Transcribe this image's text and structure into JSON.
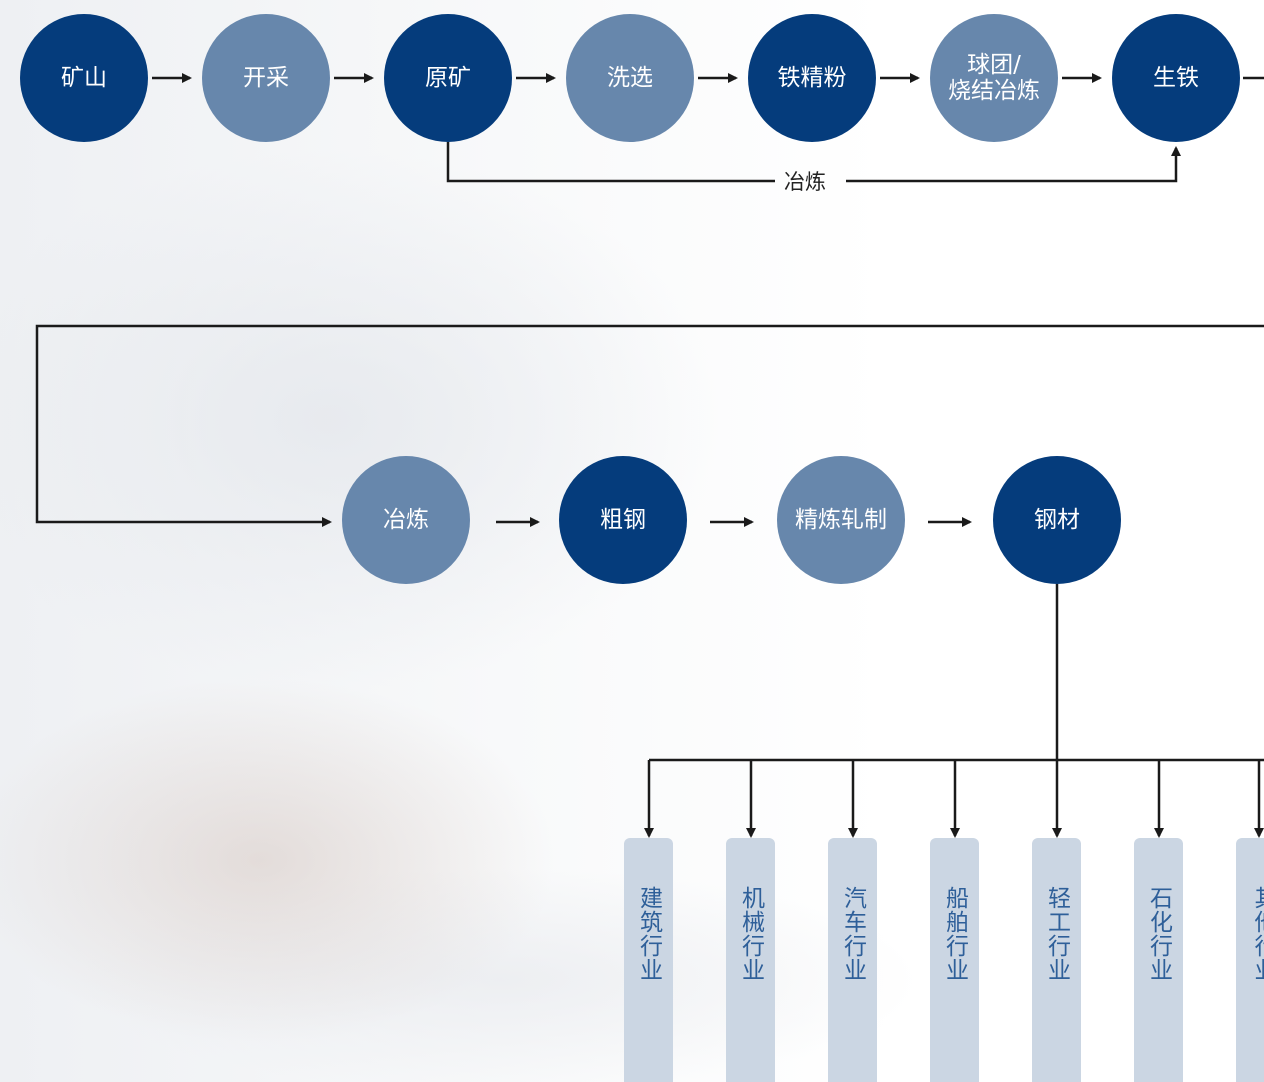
{
  "row1": [
    {
      "label": "矿山",
      "style": "dark"
    },
    {
      "label": "开采",
      "style": "light"
    },
    {
      "label": "原矿",
      "style": "dark"
    },
    {
      "label": "洗选",
      "style": "light"
    },
    {
      "label": "铁精粉",
      "style": "dark"
    },
    {
      "label": "球团/\n烧结冶炼",
      "style": "light"
    },
    {
      "label": "生铁",
      "style": "dark"
    }
  ],
  "bypass_label": "冶炼",
  "row2": [
    {
      "label": "冶炼",
      "style": "light"
    },
    {
      "label": "粗钢",
      "style": "dark"
    },
    {
      "label": "精炼轧制",
      "style": "light"
    },
    {
      "label": "钢材",
      "style": "dark"
    }
  ],
  "industries": [
    "建筑行业",
    "机械行业",
    "汽车行业",
    "船舶行业",
    "轻工行业",
    "石化行业",
    "其他行业"
  ],
  "colors": {
    "dark": "#053c7c",
    "light": "#6787ac",
    "bar": "#cbd6e3",
    "bar_text": "#2e5f99",
    "line": "#1a1a1a"
  }
}
